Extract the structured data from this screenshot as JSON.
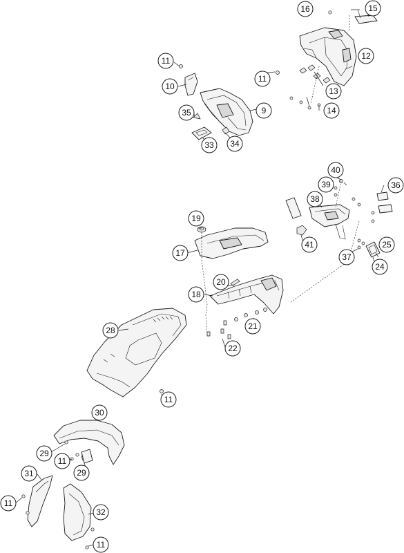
{
  "callouts": [
    {
      "id": "c16",
      "label": "16"
    },
    {
      "id": "c15",
      "label": "15"
    },
    {
      "id": "c12",
      "label": "12"
    },
    {
      "id": "c11a",
      "label": "11"
    },
    {
      "id": "c11b",
      "label": "11"
    },
    {
      "id": "c10",
      "label": "10"
    },
    {
      "id": "c13",
      "label": "13"
    },
    {
      "id": "c14",
      "label": "14"
    },
    {
      "id": "c9",
      "label": "9"
    },
    {
      "id": "c35",
      "label": "35"
    },
    {
      "id": "c33",
      "label": "33"
    },
    {
      "id": "c34",
      "label": "34"
    },
    {
      "id": "c40",
      "label": "40"
    },
    {
      "id": "c39",
      "label": "39"
    },
    {
      "id": "c36",
      "label": "36"
    },
    {
      "id": "c38",
      "label": "38"
    },
    {
      "id": "c19",
      "label": "19"
    },
    {
      "id": "c17",
      "label": "17"
    },
    {
      "id": "c41",
      "label": "41"
    },
    {
      "id": "c25",
      "label": "25"
    },
    {
      "id": "c37",
      "label": "37"
    },
    {
      "id": "c24",
      "label": "24"
    },
    {
      "id": "c20",
      "label": "20"
    },
    {
      "id": "c18",
      "label": "18"
    },
    {
      "id": "c21",
      "label": "21"
    },
    {
      "id": "c28",
      "label": "28"
    },
    {
      "id": "c22",
      "label": "22"
    },
    {
      "id": "c11c",
      "label": "11"
    },
    {
      "id": "c30",
      "label": "30"
    },
    {
      "id": "c29a",
      "label": "29"
    },
    {
      "id": "c11d",
      "label": "11"
    },
    {
      "id": "c29b",
      "label": "29"
    },
    {
      "id": "c31",
      "label": "31"
    },
    {
      "id": "c11e",
      "label": "11"
    },
    {
      "id": "c32",
      "label": "32"
    },
    {
      "id": "c11f",
      "label": "11"
    }
  ]
}
